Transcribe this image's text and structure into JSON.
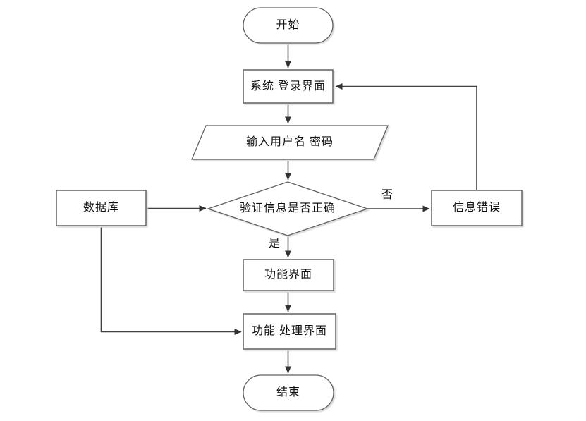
{
  "diagram": {
    "type": "flowchart",
    "nodes": {
      "start": {
        "label": "开始",
        "shape": "terminator"
      },
      "login": {
        "label": "系统 登录界面",
        "shape": "process"
      },
      "input": {
        "label": "输入用户名 密码",
        "shape": "data-parallelogram"
      },
      "decision": {
        "label": "验证信息是否正确",
        "shape": "decision-diamond"
      },
      "database": {
        "label": "数据库",
        "shape": "process"
      },
      "error": {
        "label": "信息错误",
        "shape": "process"
      },
      "function": {
        "label": "功能界面",
        "shape": "process"
      },
      "process": {
        "label": "功能 处理界面",
        "shape": "process"
      },
      "end": {
        "label": "结束",
        "shape": "terminator"
      }
    },
    "edge_labels": {
      "yes": "是",
      "no": "否"
    },
    "colors": {
      "background": "#ffffff",
      "node_border": "#6b6b6b",
      "connector": "#404040",
      "arrowhead": "#333333",
      "text": "#111111",
      "shadow": "#dcdcdc"
    }
  }
}
